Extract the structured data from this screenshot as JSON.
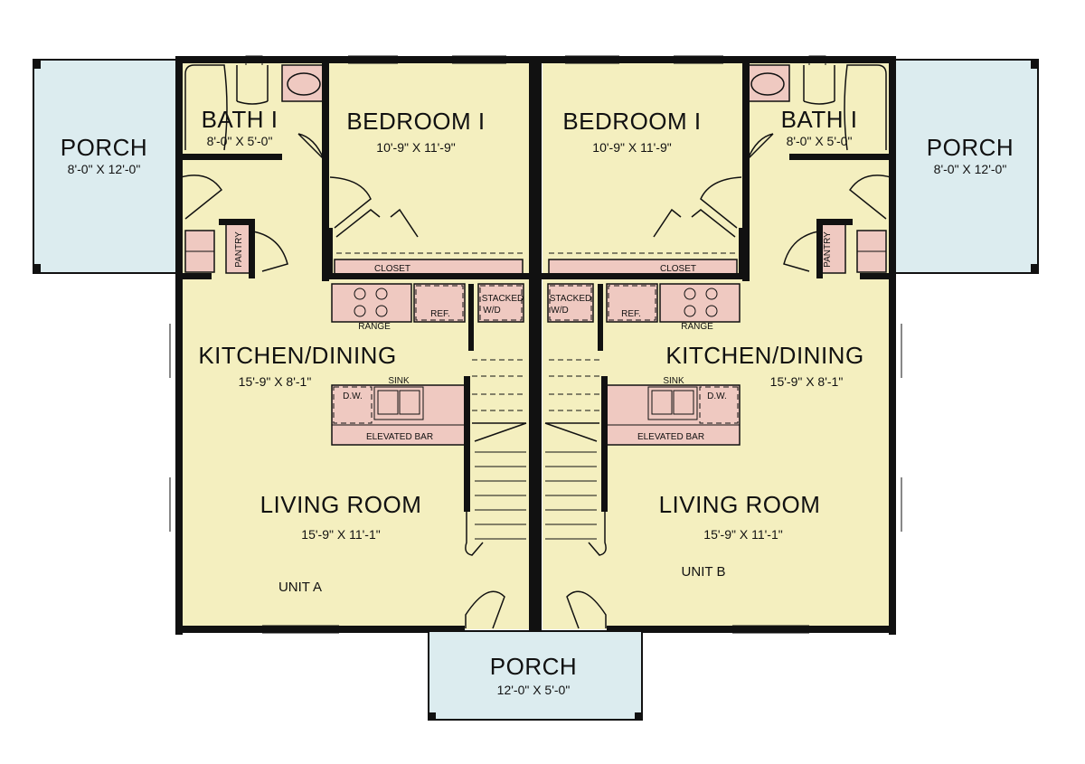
{
  "colors": {
    "interior": "#f4efbf",
    "porch": "#dcecef",
    "fixture": "#efc9c1",
    "wall": "#111111"
  },
  "unit_a": {
    "label": "UNIT A",
    "porch": {
      "name": "PORCH",
      "dim": "8'-0\" X 12'-0\""
    },
    "bath": {
      "name": "BATH I",
      "dim": "8'-0\" X 5'-0\""
    },
    "bedroom": {
      "name": "BEDROOM I",
      "dim": "10'-9\" X 11'-9\""
    },
    "closet": "CLOSET",
    "pantry": "PANTRY",
    "range": "RANGE",
    "ref": "REF.",
    "stacked": "STACKED",
    "wd": "W/D",
    "kitchen": {
      "name": "KITCHEN/DINING",
      "dim": "15'-9\" X 8'-1\""
    },
    "sink": "SINK",
    "dw": "D.W.",
    "bar": "ELEVATED BAR",
    "living": {
      "name": "LIVING ROOM",
      "dim": "15'-9\" X 11'-1\""
    }
  },
  "unit_b": {
    "label": "UNIT B",
    "porch": {
      "name": "PORCH",
      "dim": "8'-0\" X 12'-0\""
    },
    "bath": {
      "name": "BATH I",
      "dim": "8'-0\" X 5'-0\""
    },
    "bedroom": {
      "name": "BEDROOM I",
      "dim": "10'-9\" X 11'-9\""
    },
    "closet": "CLOSET",
    "pantry": "PANTRY",
    "range": "RANGE",
    "ref": "REF.",
    "stacked": "STACKED",
    "wd": "W/D",
    "kitchen": {
      "name": "KITCHEN/DINING",
      "dim": "15'-9\" X 8'-1\""
    },
    "sink": "SINK",
    "dw": "D.W.",
    "bar": "ELEVATED BAR",
    "living": {
      "name": "LIVING ROOM",
      "dim": "15'-9\" X 11'-1\""
    }
  },
  "front_porch": {
    "name": "PORCH",
    "dim": "12'-0\" X 5'-0\""
  }
}
